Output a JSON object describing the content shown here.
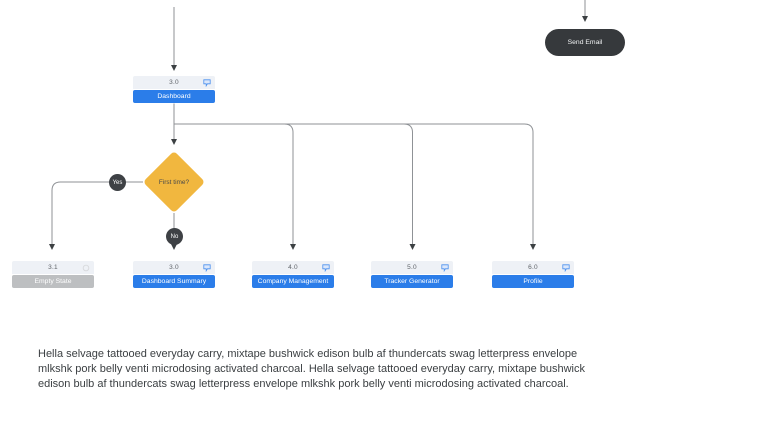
{
  "colors": {
    "node_blue": "#2b7de9",
    "node_gray": "#bdbfc1",
    "node_header_bg": "#eef1f6",
    "diamond_yellow": "#f1b73f",
    "pill_dark": "#36393c",
    "connector_gray": "#8f9296",
    "edge_label_dark": "#3e4145"
  },
  "flowchart": {
    "send_email": {
      "label": "Send Email"
    },
    "decision": {
      "label": "First time?"
    },
    "edges": {
      "yes": "Yes",
      "no": "No"
    },
    "nodes": [
      {
        "id": "dashboard",
        "number": "3.0",
        "label": "Dashboard",
        "type": "blue",
        "icon": "comment-icon"
      },
      {
        "id": "empty-state",
        "number": "3.1",
        "label": "Empty State",
        "type": "gray",
        "icon": "circle-icon"
      },
      {
        "id": "dashboard-summary",
        "number": "3.0",
        "label": "Dashboard Summary",
        "type": "blue",
        "icon": "comment-icon"
      },
      {
        "id": "company-management",
        "number": "4.0",
        "label": "Company Management",
        "type": "blue",
        "icon": "comment-icon"
      },
      {
        "id": "tracker-generator",
        "number": "5.0",
        "label": "Tracker Generator",
        "type": "blue",
        "icon": "comment-icon"
      },
      {
        "id": "profile",
        "number": "6.0",
        "label": "Profile",
        "type": "blue",
        "icon": "comment-icon"
      }
    ]
  },
  "description": {
    "text": "Hella selvage tattooed everyday carry, mixtape bushwick edison bulb af thundercats swag letterpress envelope mlkshk pork belly venti microdosing activated charcoal. Hella selvage tattooed everyday carry, mixtape bushwick edison bulb af thundercats swag letterpress envelope mlkshk pork belly venti microdosing activated charcoal."
  }
}
